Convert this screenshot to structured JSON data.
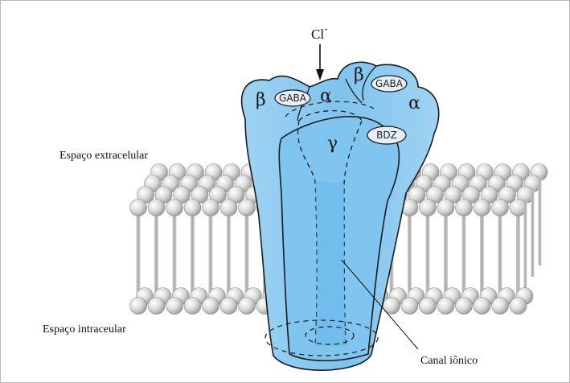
{
  "labels": {
    "ion": "Cl",
    "ion_charge": "-",
    "extracellular": "Espaço extracelular",
    "intracellular": "Espaço intraceular",
    "channel": "Canal iônico"
  },
  "subunits": {
    "beta_left": "β",
    "alpha_left": "α",
    "beta_right": "β",
    "alpha_right": "α",
    "gamma": "γ"
  },
  "binding_sites": {
    "gaba_left": "GABA",
    "gaba_right": "GABA",
    "bdz": "BDZ"
  },
  "colors": {
    "receptor_fill": "#8cc9ef",
    "receptor_inner": "#6fbce9",
    "outline": "#1b1b1b",
    "bilayer_head": "#d6d6d6",
    "bilayer_tail": "#bdbdbd"
  }
}
